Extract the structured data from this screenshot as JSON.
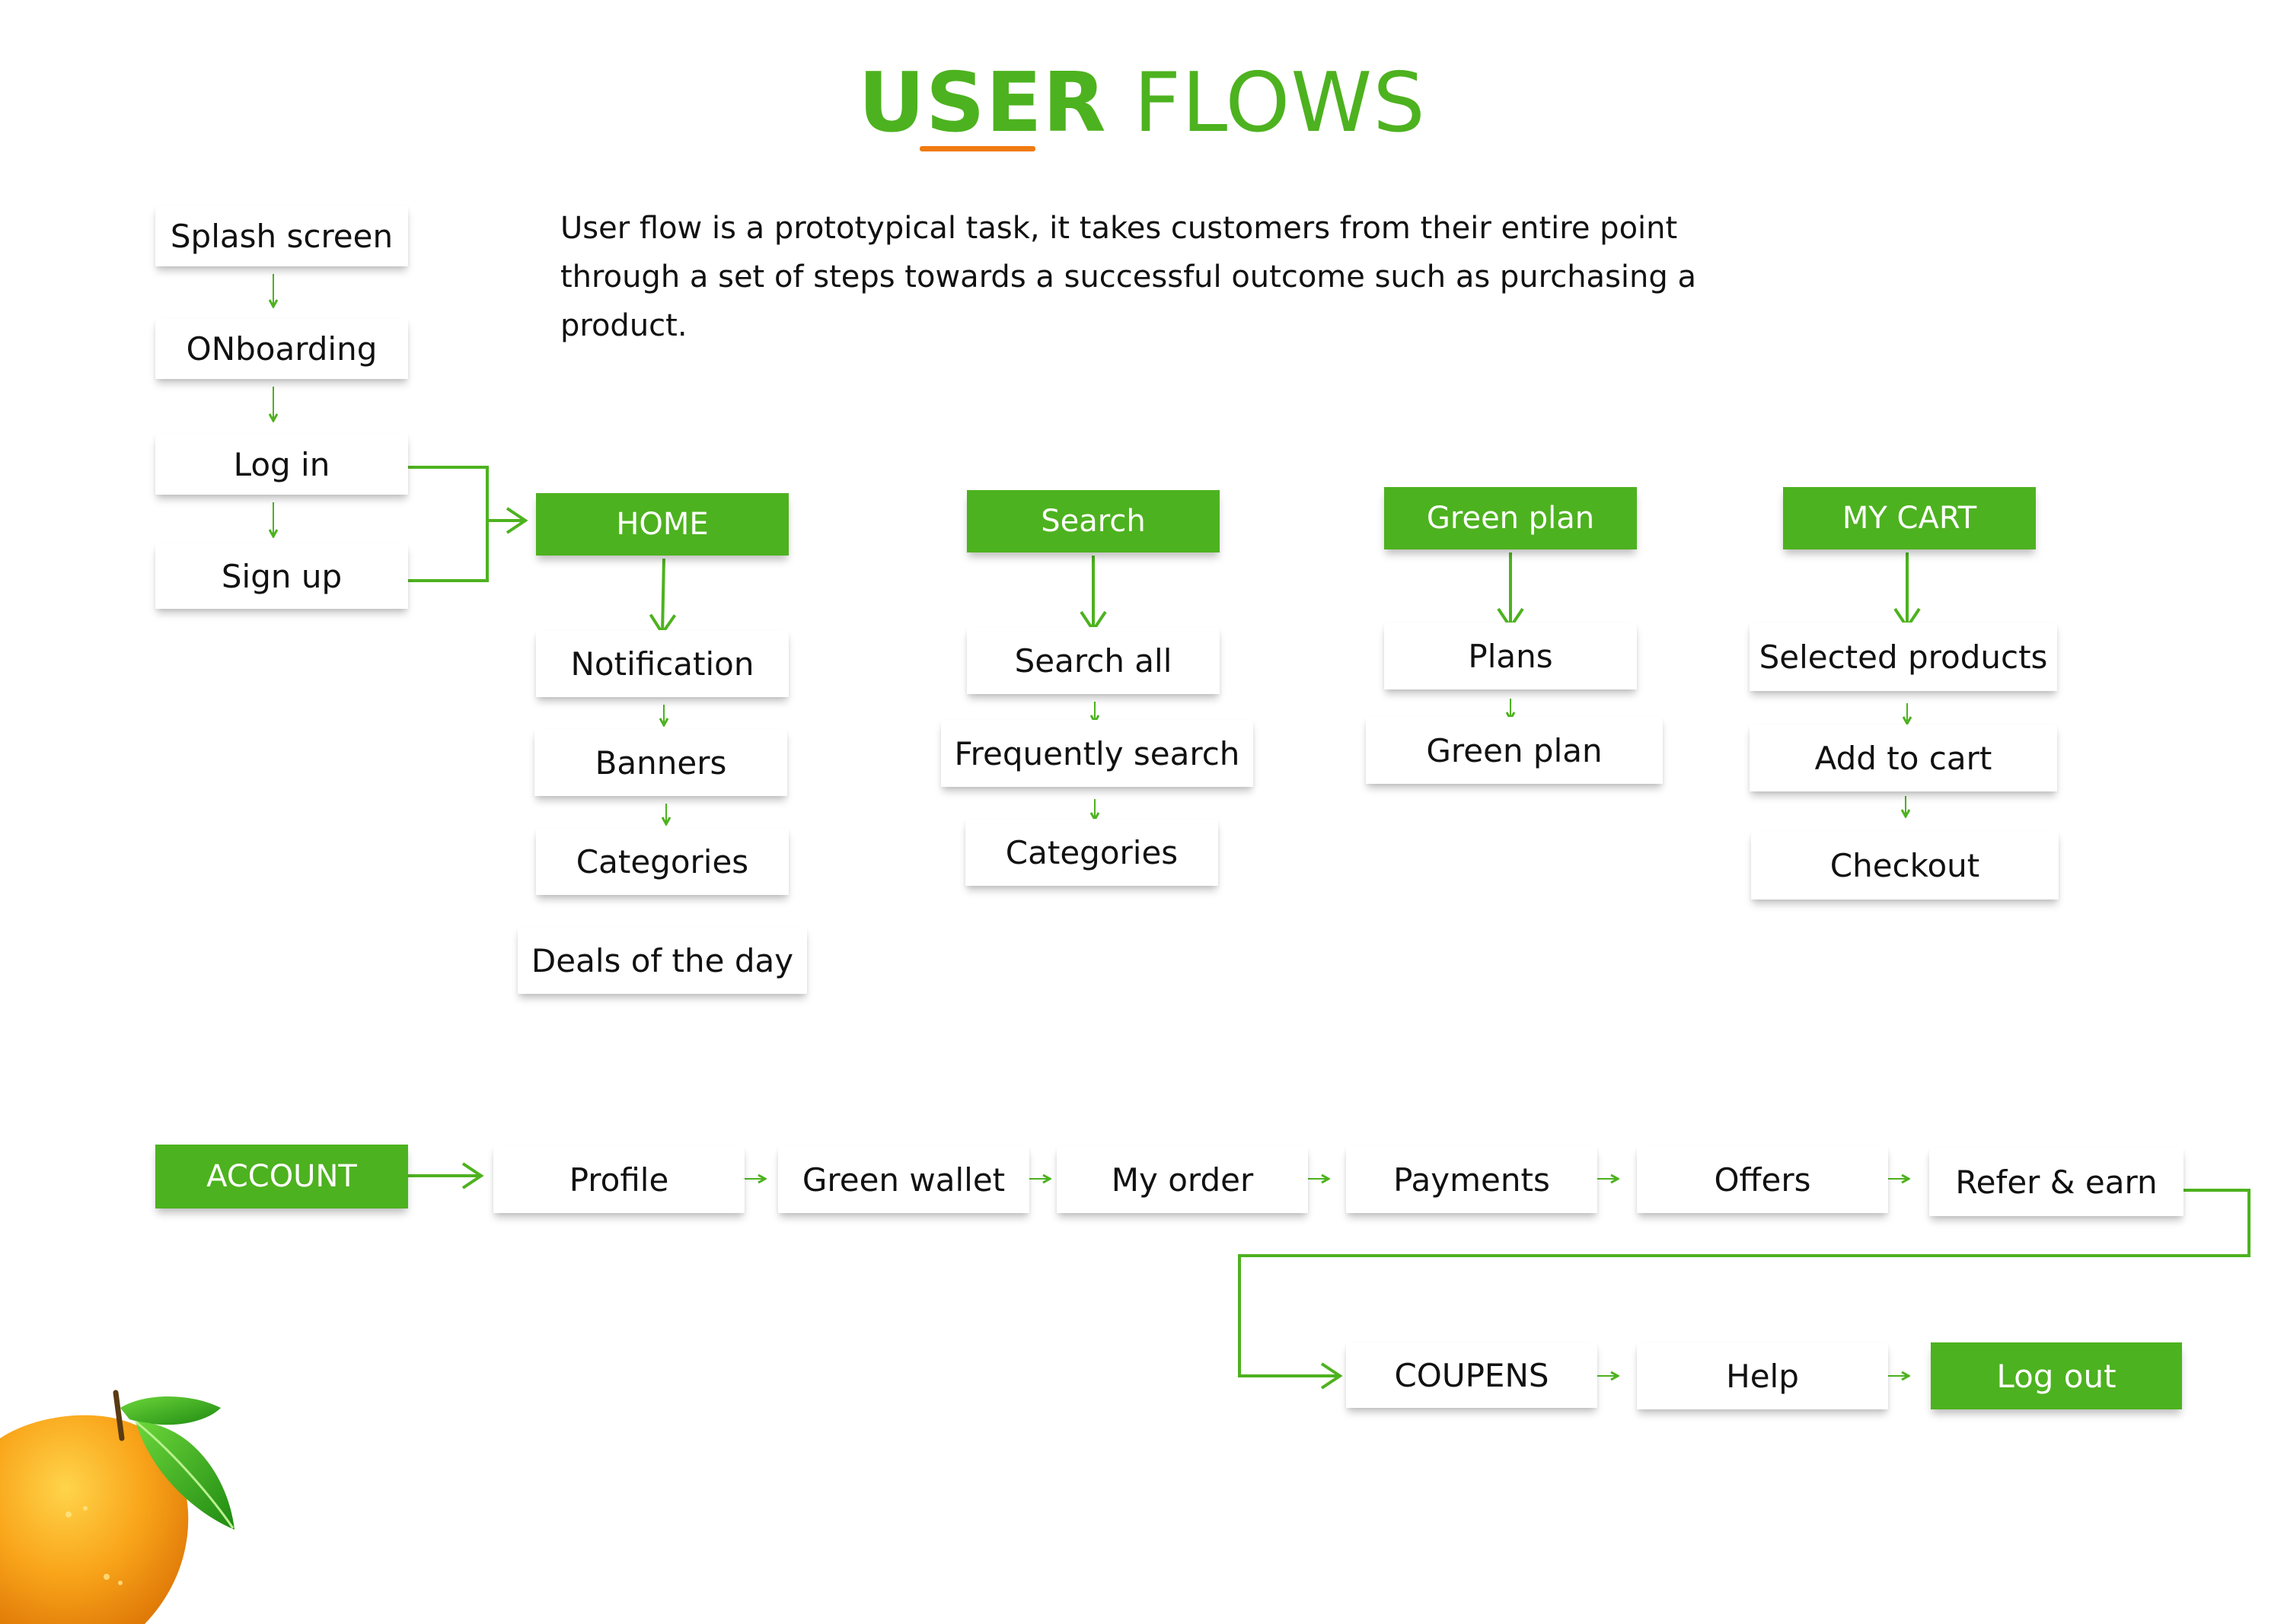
{
  "title": {
    "bold": "USER",
    "light": "FLOWS"
  },
  "description": "User flow is a prototypical task, it takes customers  from their entire point through a set of steps towards a successful outcome such as purchasing a product.",
  "colors": {
    "accent": "#4db21f",
    "underline": "#f07a10",
    "text": "#111111"
  },
  "entry": [
    "Splash screen",
    "ONboarding",
    "Log in",
    "Sign up"
  ],
  "home": {
    "header": "HOME",
    "items": [
      "Notification",
      "Banners",
      "Categories",
      "Deals of the day"
    ]
  },
  "search": {
    "header": "Search",
    "items": [
      "Search all",
      "Frequently search",
      "Categories"
    ]
  },
  "green_plan": {
    "header": "Green plan",
    "items": [
      "Plans",
      "Green plan"
    ]
  },
  "my_cart": {
    "header": "MY CART",
    "items": [
      "Selected products",
      "Add to cart",
      "Checkout"
    ]
  },
  "account": {
    "header": "ACCOUNT",
    "row1": [
      "Profile",
      "Green wallet",
      "My order",
      "Payments",
      "Offers",
      "Refer & earn"
    ],
    "row2": [
      "COUPENS",
      "Help"
    ],
    "logout": "Log out"
  },
  "decoration": {
    "icon": "mango-icon"
  }
}
